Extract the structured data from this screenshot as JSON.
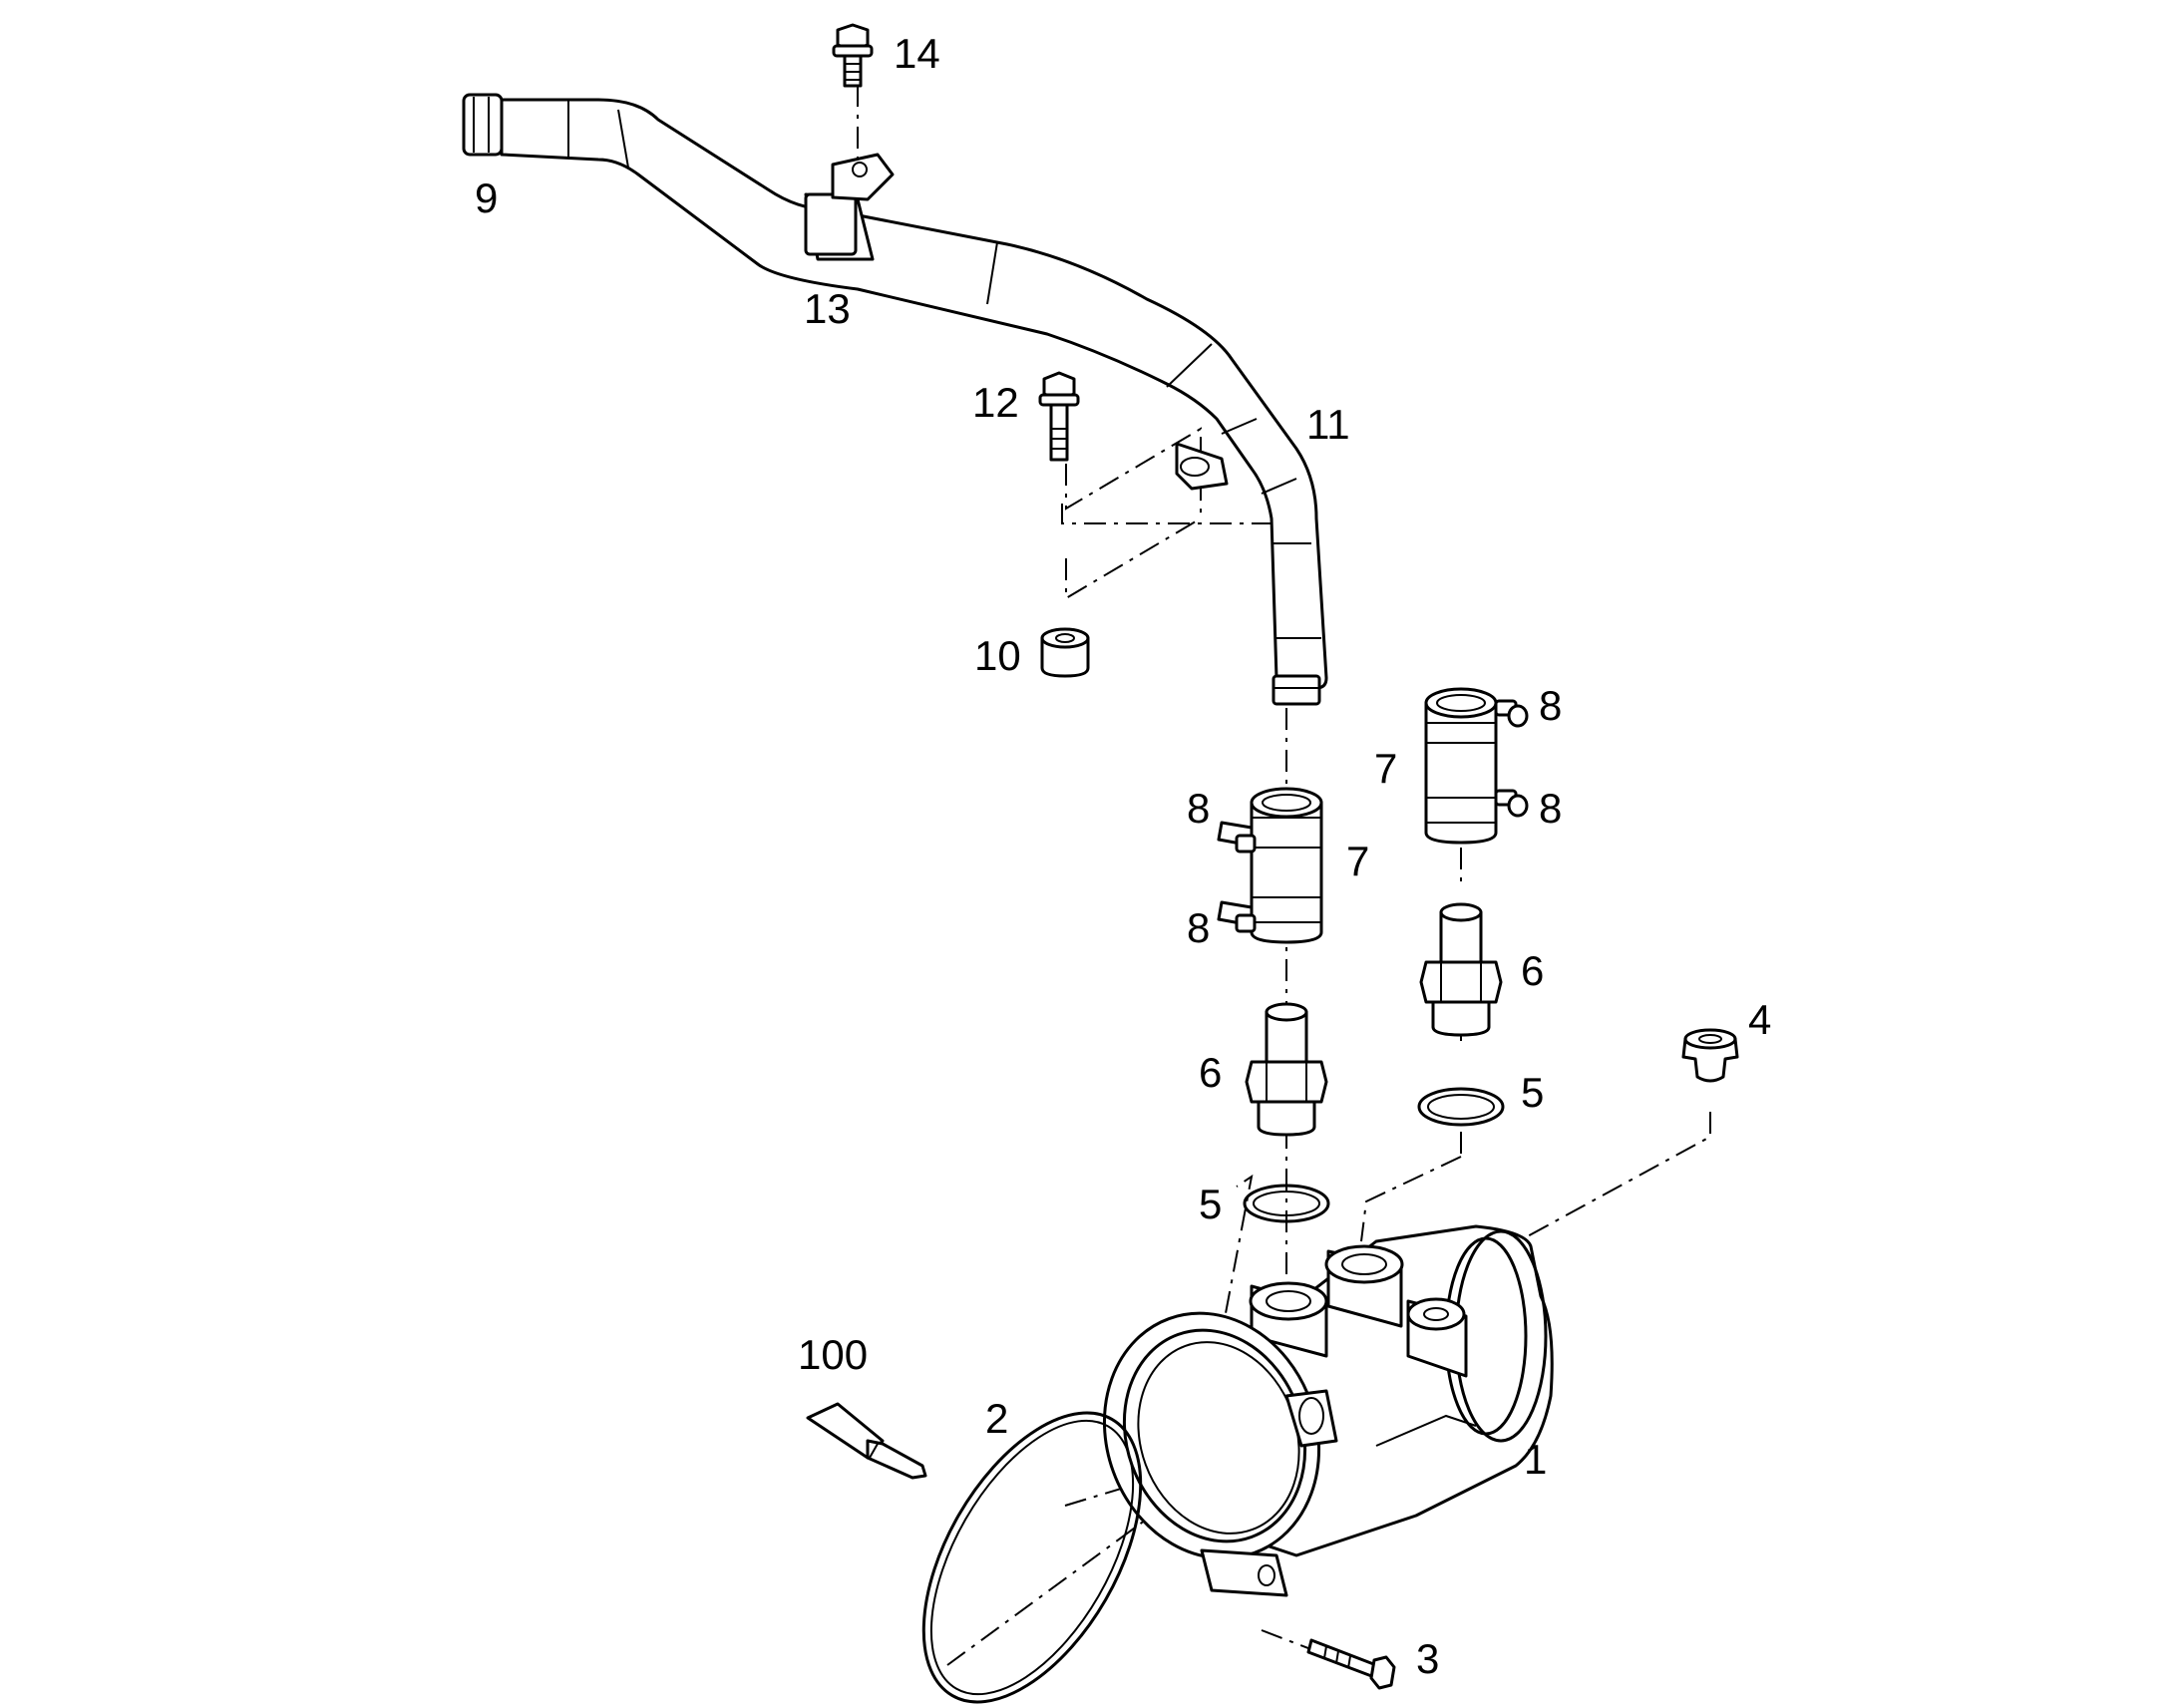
{
  "labels": {
    "p1": "1",
    "p2": "2",
    "p3": "3",
    "p4": "4",
    "p5a": "5",
    "p5b": "5",
    "p6a": "6",
    "p6b": "6",
    "p7a": "7",
    "p7b": "7",
    "p8a": "8",
    "p8b": "8",
    "p8c": "8",
    "p8d": "8",
    "p9": "9",
    "p10": "10",
    "p11": "11",
    "p12": "12",
    "p13": "13",
    "p14": "14",
    "p100": "100"
  }
}
